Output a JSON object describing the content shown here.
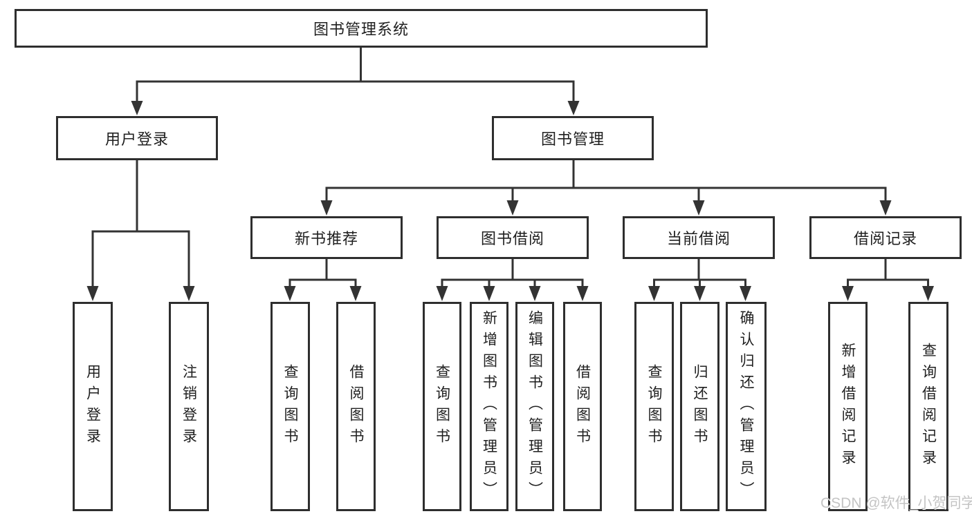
{
  "watermark": "CSDN @软件_小贺同学",
  "tree": {
    "root": "图书管理系统",
    "level2": {
      "user_login": "用户登录",
      "book_mgmt": "图书管理"
    },
    "level3": {
      "new_book": "新书推荐",
      "book_borrow": "图书借阅",
      "current_borrow": "当前借阅",
      "borrow_record": "借阅记录"
    },
    "leaves": {
      "user_login": [
        "用户登录",
        "注销登录"
      ],
      "new_book": [
        "查询图书",
        "借阅图书"
      ],
      "book_borrow": [
        "查询图书",
        "新增图书（管理员）",
        "编辑图书（管理员）",
        "借阅图书"
      ],
      "current_borrow": [
        "查询图书",
        "归还图书",
        "确认归还（管理员）"
      ],
      "borrow_record": [
        "新增借阅记录",
        "查询借阅记录"
      ]
    }
  },
  "colors": {
    "line": "#333333",
    "box_border": "#2e2e2e",
    "text": "#1f1f1f",
    "background": "#ffffff",
    "watermark": "#c4c4c4"
  }
}
